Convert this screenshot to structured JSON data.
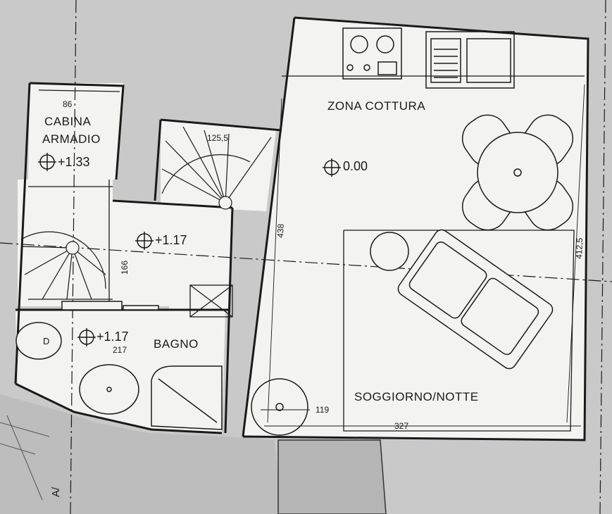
{
  "rooms": {
    "cabina": "CABINA",
    "armadio": "ARMADIO",
    "zona_cottura": "ZONA COTTURA",
    "bagno": "BAGNO",
    "soggiorno": "SOGGIORNO/NOTTE"
  },
  "levels": {
    "cabina": "+1.33",
    "zona": "0.00",
    "corridoio": "+1.17",
    "bagno": "+1.17"
  },
  "dimensions": {
    "cabina_width": "86",
    "stair_width": "125,5",
    "corridor_height": "166",
    "room_height": "438",
    "bath_width": "217",
    "table_zone": "412,5",
    "round_table": "119",
    "living_width": "327"
  },
  "symbols": {
    "wc": "D",
    "entrance": "A/"
  },
  "colors": {
    "paper": "#f2f2f0",
    "background": "#c9c9c9",
    "ink": "#1a1a1a"
  }
}
